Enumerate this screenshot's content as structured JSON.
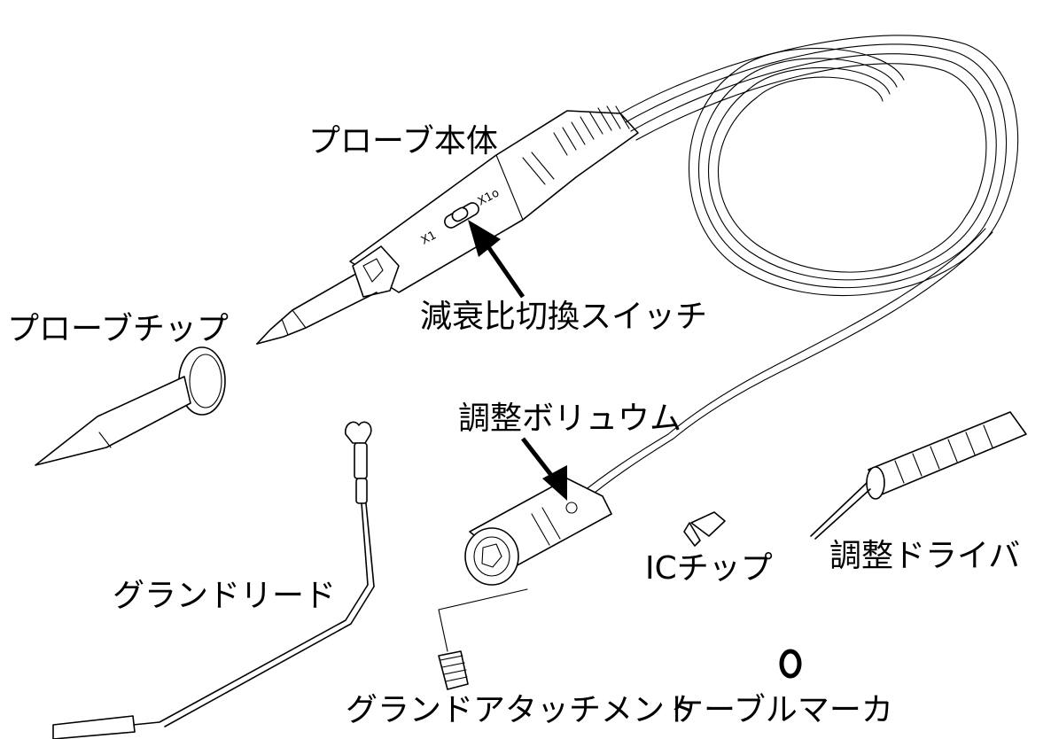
{
  "labels": {
    "probe_body": "プローブ本体",
    "attenuation_switch": "減衰比切換スイッチ",
    "probe_tip": "プローブチップ",
    "adjust_volume": "調整ボリュウム",
    "ground_lead": "グランドリード",
    "ic_tip": "ICチップ",
    "adjust_driver": "調整ドライバ",
    "ground_attachment": "グランドアタッチメント",
    "cable_marker": "ケーブルマーカ"
  },
  "switch_markings": {
    "x1": "X1",
    "x10": "X1o"
  }
}
